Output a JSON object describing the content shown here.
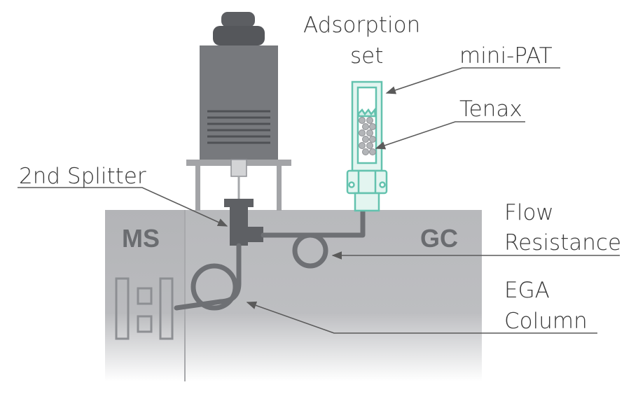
{
  "diagram": {
    "labels": {
      "adsorption_line1": "Adsorption",
      "adsorption_line2": "set",
      "mini_pat": "mini-PAT",
      "tenax": "Tenax",
      "splitter": "2nd Splitter",
      "flow_line1": "Flow",
      "flow_line2": "Resistance",
      "ega_line1": "EGA",
      "ega_line2": "Column"
    },
    "units": {
      "ms": "MS",
      "gc": "GC"
    },
    "colors": {
      "body_gray": "#b8b9bc",
      "dark_gray": "#6b6d71",
      "pipe": "#6e7074",
      "teal": "#63c2ae",
      "teal_fill": "#e3f5f0",
      "leader": "#5a5a5a"
    }
  }
}
